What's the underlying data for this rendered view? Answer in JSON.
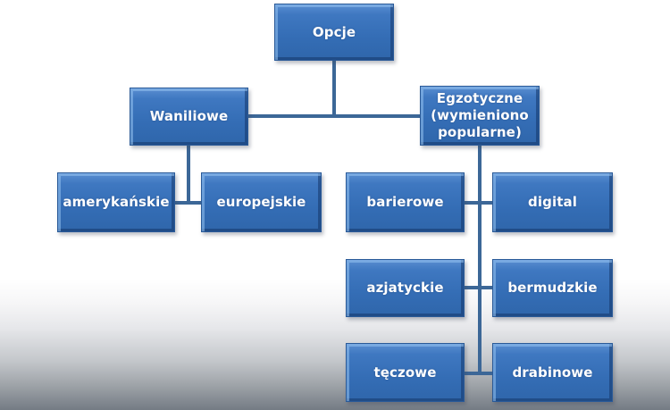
{
  "diagram": {
    "type": "hierarchy",
    "root": {
      "label": "Opcje",
      "children": [
        {
          "label": "Waniliowe",
          "children": [
            {
              "label": "amerykańskie"
            },
            {
              "label": "europejskie"
            }
          ]
        },
        {
          "label": "Egzotyczne (wymieniono popularne)",
          "children": [
            {
              "label": "barierowe"
            },
            {
              "label": "digital"
            },
            {
              "label": "azjatyckie"
            },
            {
              "label": "bermudzkie"
            },
            {
              "label": "tęczowe"
            },
            {
              "label": "drabinowe"
            }
          ]
        }
      ]
    },
    "colors": {
      "node_fill": "#346db5",
      "node_text": "#ffffff",
      "connector": "#3c6797"
    }
  },
  "nodes": {
    "opcje": "Opcje",
    "waniliowe": "Waniliowe",
    "egzotyczne_line1": "Egzotyczne",
    "egzotyczne_line2": "(wymieniono",
    "egzotyczne_line3": "popularne)",
    "amerykanskie": "amerykańskie",
    "europejskie": "europejskie",
    "barierowe": "barierowe",
    "digital": "digital",
    "azjatyckie": "azjatyckie",
    "bermudzkie": "bermudzkie",
    "teczowe": "tęczowe",
    "drabinowe": "drabinowe"
  }
}
